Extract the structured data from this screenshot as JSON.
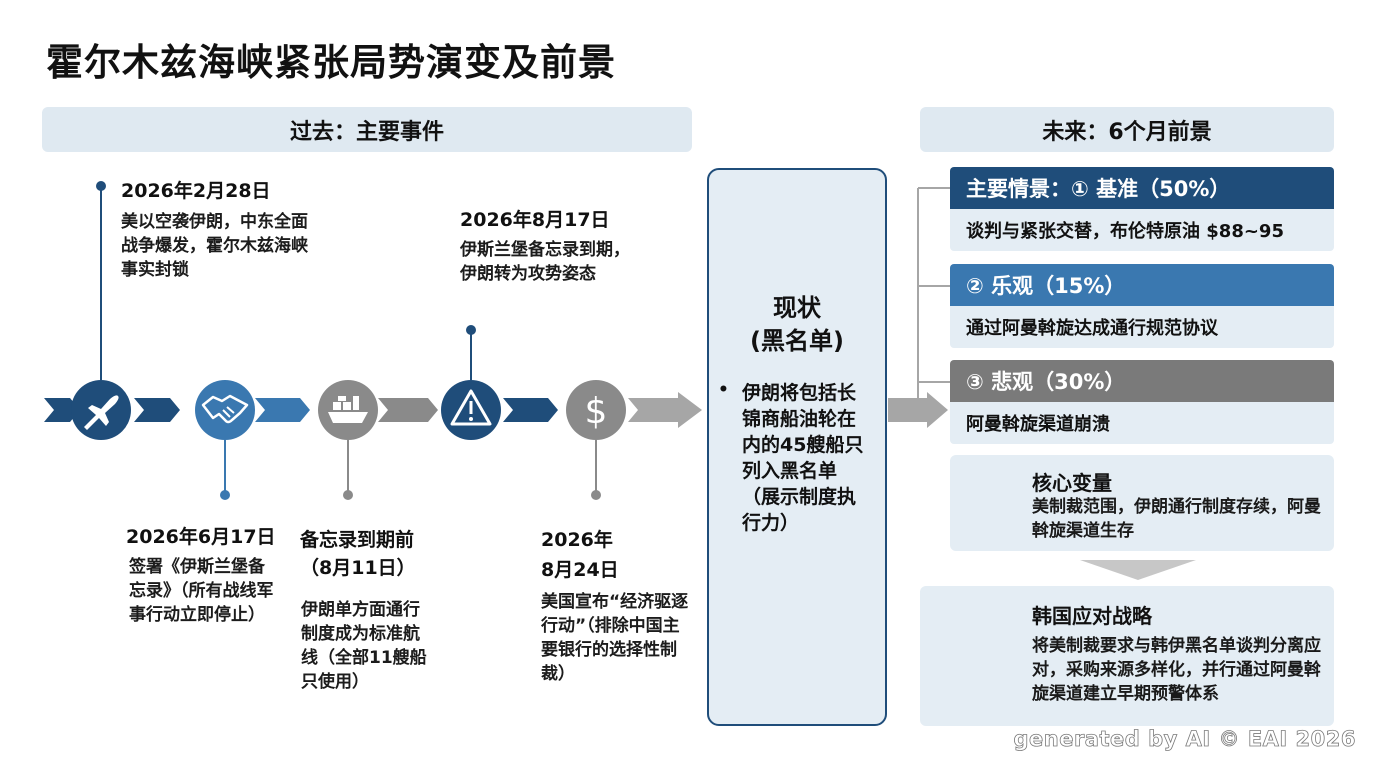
{
  "title": "霍尔木兹海峡紧张局势演变及前景",
  "past_band": "过去：主要事件",
  "future_band": "未来：6个月前景",
  "events": [
    {
      "date": "2026年2月28日",
      "text": "美以空袭伊朗，中东全面战争爆发，霍尔木兹海峡事实封锁",
      "icon": "fighter-jet-icon"
    },
    {
      "date": "2026年6月17日",
      "text": "签署《伊斯兰堡备忘录》（所有战线军事行动立即停止）",
      "icon": "handshake-icon"
    },
    {
      "date": "备忘录到期前（8月11日）",
      "date_line1": "备忘录到期前",
      "date_line2": "（8月11日）",
      "text": "伊朗单方面通行制度成为标准航线（全部11艘船只使用）",
      "icon": "cargo-ship-icon"
    },
    {
      "date": "2026年8月17日",
      "text": "伊斯兰堡备忘录到期，伊朗转为攻势姿态",
      "icon": "warning-icon"
    },
    {
      "date": "2026年8月24日",
      "date_line1": "2026年",
      "date_line2": "8月24日",
      "text": "美国宣布“经济驱逐行动”（排除中国主要银行的选择性制裁）",
      "icon": "dollar-icon"
    }
  ],
  "status": {
    "title_line1": "现状",
    "title_line2": "(黑名单)",
    "bullet": "•",
    "text": "伊朗将包括长锦商船油轮在内的45艘船只列入黑名单（展示制度执行力）"
  },
  "scenarios": [
    {
      "head": "主要情景：① 基准（50%）",
      "body": "谈判与紧张交替，布伦特原油 $88~95",
      "color": "#1f4d7a"
    },
    {
      "head": "② 乐观（15%）",
      "body": "通过阿曼斡旋达成通行规范协议",
      "color": "#3a78b0"
    },
    {
      "head": "③ 悲观（30%）",
      "body": "阿曼斡旋渠道崩溃",
      "color": "#7a7a7a"
    }
  ],
  "key_variables": {
    "title": "核心变量",
    "text": "美制裁范围，伊朗通行制度存续，阿曼斡旋渠道生存"
  },
  "korea_strategy": {
    "title": "韩国应对战略",
    "text": "将美制裁要求与韩伊黑名单谈判分离应对，采购来源多样化，并行通过阿曼斡旋渠道建立早期预警体系"
  },
  "footer": "generated by AI © EAI 2026",
  "colors": {
    "navy": "#1f4d7a",
    "blue": "#3a78b0",
    "gray": "#7a7a7a",
    "light_bg": "#e4edf4"
  }
}
